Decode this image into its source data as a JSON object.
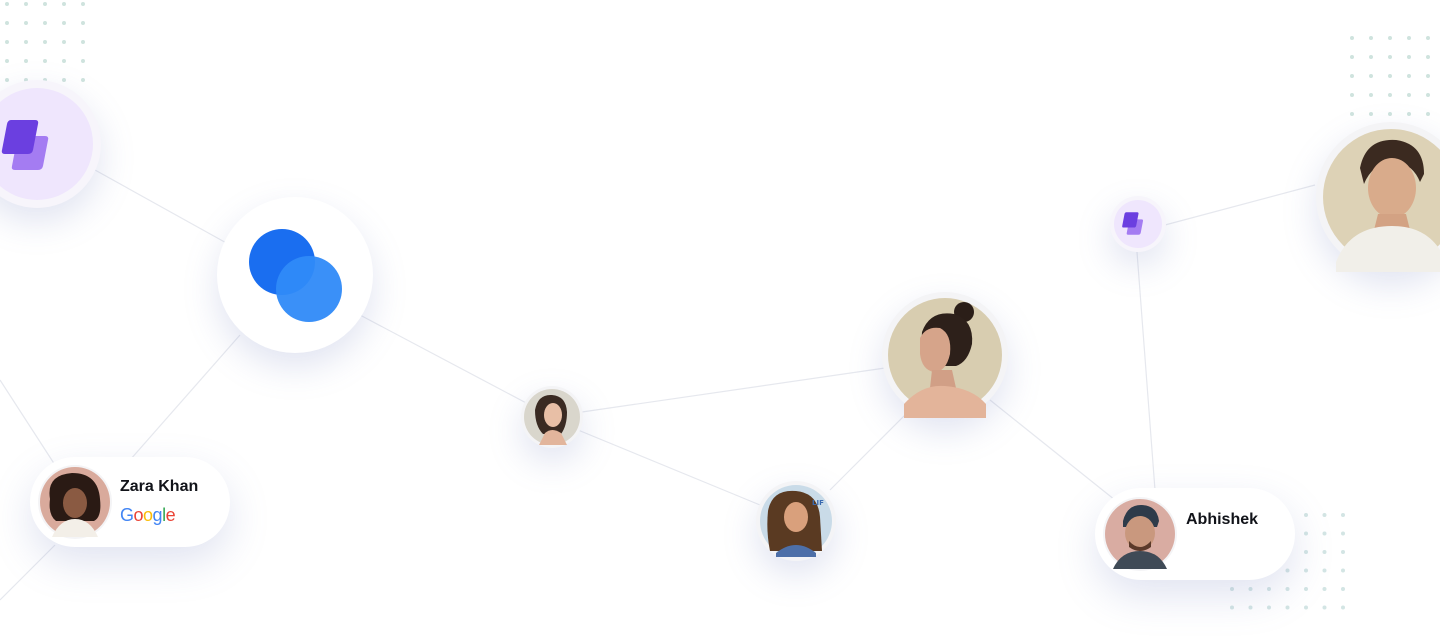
{
  "profiles": [
    {
      "name": "Zara Khan",
      "company": [
        "G",
        "o",
        "o",
        "g",
        "l",
        "e"
      ]
    },
    {
      "name": "Abhishek"
    }
  ],
  "colors": {
    "brand_purple": "#6b3fe0",
    "brand_blue": "#1a6ef0",
    "google": [
      "#4285F4",
      "#EA4335",
      "#FBBC05",
      "#4285F4",
      "#34A853",
      "#EA4335"
    ]
  }
}
